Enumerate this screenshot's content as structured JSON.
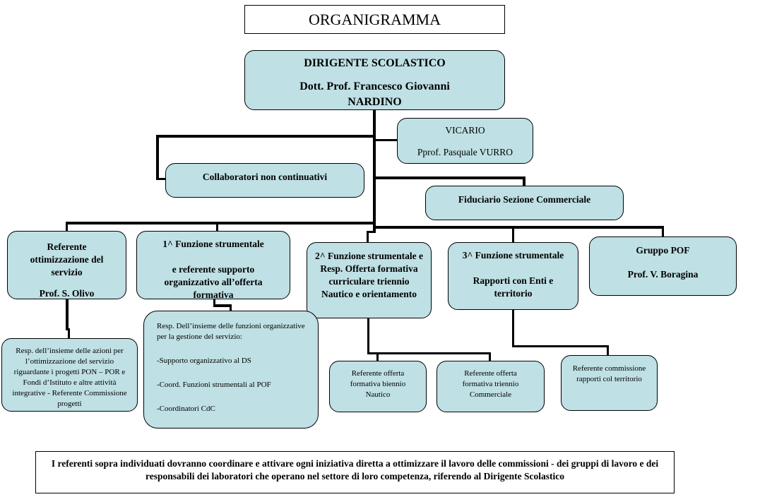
{
  "title": "ORGANIGRAMMA",
  "dirigente": {
    "role": "DIRIGENTE SCOLASTICO",
    "name": "Dott. Prof. Francesco Giovanni NARDINO"
  },
  "vicario": {
    "role": "VICARIO",
    "name": "Pprof. Pasquale VURRO"
  },
  "collaboratori": "Collaboratori non continuativi",
  "fiduciario": "Fiduciario Sezione Commerciale",
  "referente_ottimizzazione": {
    "title": "Referente ottimizzazione del servizio",
    "name": "Prof. S. Olivo"
  },
  "funzione1": {
    "title": "1^ Funzione strumentale",
    "text": "e referente supporto organizzativo all’offerta formativa"
  },
  "funzione2": {
    "text": "2^ Funzione strumentale e Resp. Offerta formativa curriculare triennio Nautico e orientamento"
  },
  "funzione3": {
    "title": "3^ Funzione strumentale",
    "text": "Rapporti con Enti e territorio"
  },
  "gruppo_pof": {
    "title": "Gruppo POF",
    "name": "Prof. V. Boragina"
  },
  "resp_ottimizzazione": "Resp. dell’insieme delle azioni per l’ottimizzazione del servizio riguardante i progetti PON – POR e Fondi d’Istituto e altre attività integrative - Referente Commissione progetti",
  "resp_funzioni": {
    "intro": "Resp. Dell’insieme delle funzioni organizzative per la gestione del servizio:",
    "items": [
      "-Supporto organizzativo al DS",
      "-Coord. Funzioni strumentali al POF",
      "-Coordinatori CdC"
    ]
  },
  "ref_biennio": "Referente offerta formativa biennio Nautico",
  "ref_commerciale": "Referente offerta formativa triennio Commerciale",
  "ref_commissione": "Referente commissione rapporti col territorio",
  "note": "I referenti sopra individuati dovranno coordinare e attivare ogni iniziativa diretta a ottimizzare il lavoro delle commissioni - dei gruppi di lavoro e dei responsabili dei laboratori che operano nel settore di loro competenza, riferendo al Dirigente Scolastico",
  "colors": {
    "box_fill": "#bfe0e4",
    "line": "#000000"
  }
}
